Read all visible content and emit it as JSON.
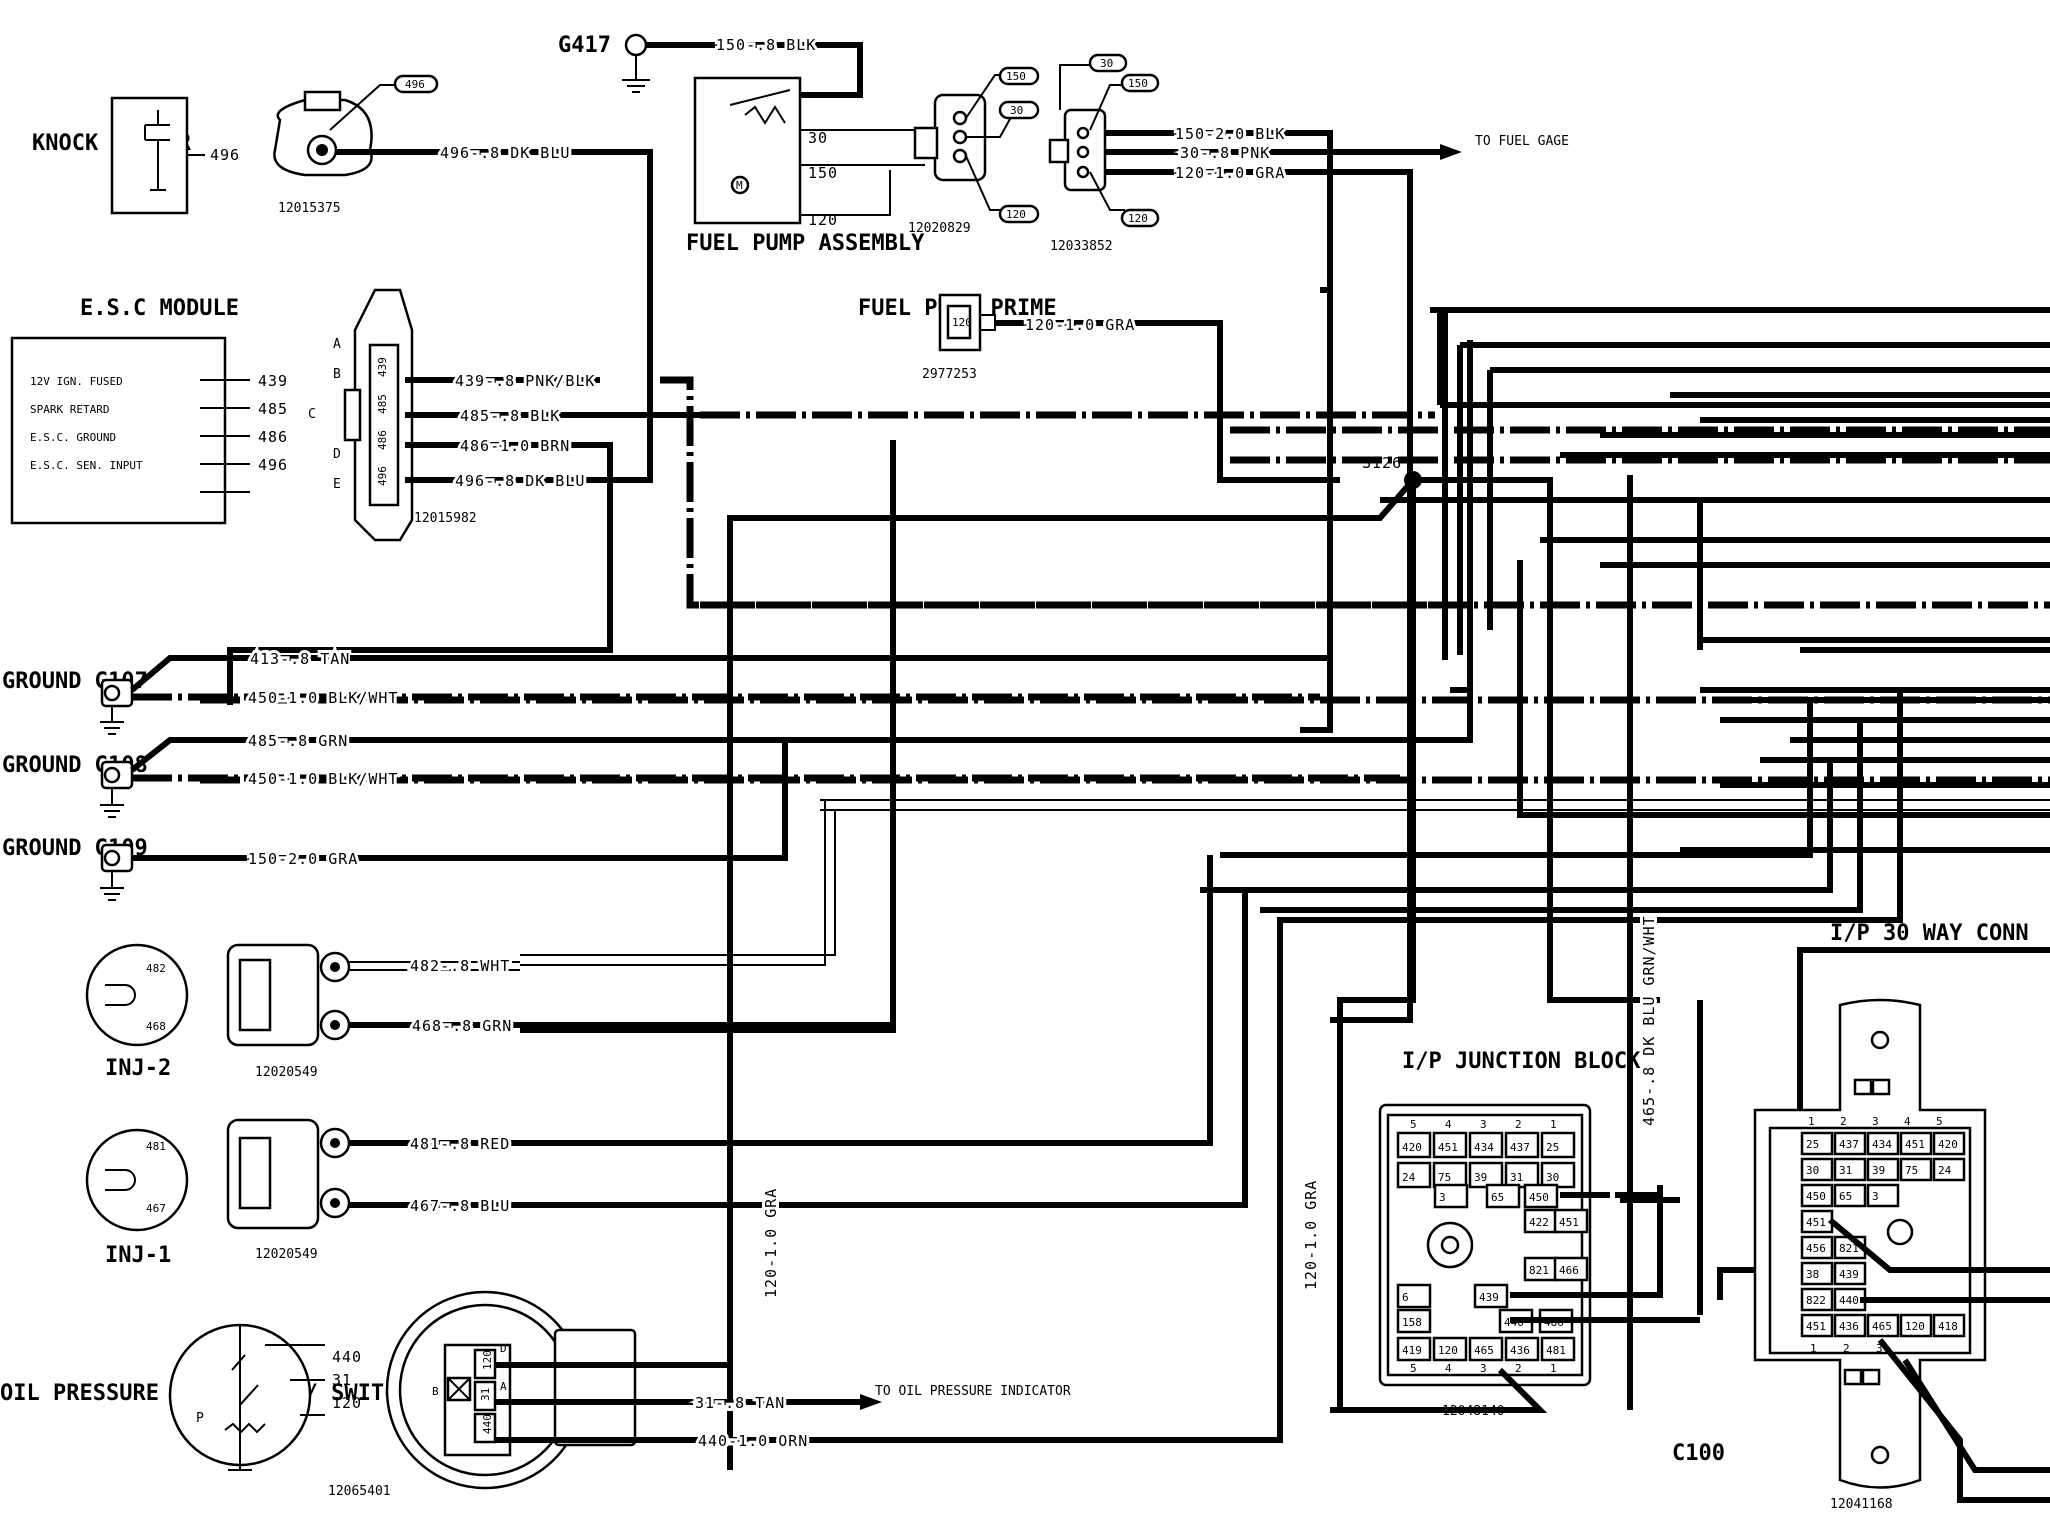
{
  "components": {
    "g417": "G417",
    "knock_sensor": {
      "title": "KNOCK SENSOR",
      "pin": "496"
    },
    "knock_conn": {
      "pin": "496",
      "part": "12015375"
    },
    "esc_module": {
      "title": "E.S.C MODULE",
      "rows": [
        {
          "label": "12V IGN. FUSED",
          "pin": "439"
        },
        {
          "label": "SPARK RETARD",
          "pin": "485"
        },
        {
          "label": "E.S.C. GROUND",
          "pin": "486"
        },
        {
          "label": "E.S.C. SEN. INPUT",
          "pin": "496"
        }
      ]
    },
    "esc_conn": {
      "part": "12015982",
      "letters": [
        "A",
        "B",
        "C",
        "D",
        "E"
      ],
      "pins": [
        "439",
        "485",
        "486",
        "496"
      ]
    },
    "fuel_pump": {
      "title": "FUEL PUMP ASSEMBLY",
      "pins": [
        "30",
        "150",
        "120"
      ],
      "motor": "M"
    },
    "conn_12020829": {
      "part": "12020829",
      "pins": [
        "150",
        "30",
        "120"
      ]
    },
    "conn_12033852": {
      "part": "12033852",
      "pins": [
        "30",
        "150",
        "120"
      ]
    },
    "fuel_prime": {
      "title": "FUEL PUMP PRIME",
      "pin": "120",
      "part": "2977253"
    },
    "s126": "S126",
    "to_fuel_gage": "TO FUEL GAGE",
    "ground_g107": "GROUND G107",
    "ground_g108": "GROUND G108",
    "ground_g109": "GROUND G109",
    "inj2": {
      "label": "INJ-2",
      "pins": [
        "482",
        "468"
      ],
      "part": "12020549"
    },
    "inj1": {
      "label": "INJ-1",
      "pins": [
        "481",
        "467"
      ],
      "part": "12020549"
    },
    "oil": {
      "title": "OIL PRESSURE TRANSDUCER/ SWITCH",
      "pins": [
        "440",
        "31",
        "120"
      ],
      "p": "P",
      "part": "12065401",
      "conn_pins": [
        "120",
        "31",
        "440"
      ],
      "letters": [
        "D",
        "A",
        "B"
      ]
    },
    "to_oil": "TO OIL PRESSURE INDICATOR",
    "junction": {
      "title": "I/P JUNCTION BLOCK",
      "part": "12048140",
      "top": [
        "5",
        "4",
        "3",
        "2",
        "1"
      ],
      "rows": [
        [
          "420",
          "451",
          "434",
          "437",
          "25"
        ],
        [
          "24",
          "75",
          "39",
          "31",
          "30"
        ]
      ],
      "mid": [
        "3",
        "65",
        "450",
        "422",
        "451",
        "821",
        "466",
        "6",
        "439",
        "158",
        "440",
        "486"
      ],
      "bottom": [
        "419",
        "120",
        "465",
        "436",
        "481"
      ],
      "bottom_nums": [
        "5",
        "4",
        "3",
        "2",
        "1"
      ]
    },
    "ip_conn": {
      "title": "I/P 30 WAY CONN",
      "part": "12041168",
      "top": [
        "1",
        "2",
        "3",
        "4",
        "5"
      ],
      "rows": [
        [
          "25",
          "437",
          "434",
          "451",
          "420"
        ],
        [
          "30",
          "31",
          "39",
          "75",
          "24"
        ],
        [
          "450",
          "65",
          "3"
        ],
        [
          "451"
        ],
        [
          "456",
          "821"
        ],
        [
          "38",
          "439"
        ],
        [
          "822",
          "440"
        ],
        [
          "451",
          "436",
          "465",
          "120",
          "418"
        ]
      ],
      "bottom_nums": [
        "1",
        "2",
        "3"
      ]
    },
    "c100": "C100"
  },
  "wires": {
    "w150_blk": "150-.8 BLK",
    "w150_20_blk": "150-2.0 BLK",
    "w30_pnk": "30-.8 PNK",
    "w120_gra": "120-1.0 GRA",
    "w496_blu": "496-.8 DK BLU",
    "w120_prime": "120-1.0 GRA",
    "w439": "439-.8 PNK/BLK",
    "w485": "485-.8 BLK",
    "w486": "486-1.0 BRN",
    "w496b": "496-.8 DK BLU",
    "w413": "413-.8 TAN",
    "w450a": "450-1.0 BLK/WHT",
    "w485g": "485-.8 GRN",
    "w450b": "450-1.0 BLK/WHT",
    "w150_gra": "150-2.0 GRA",
    "w482": "482-.8 WHT",
    "w468": "468-.8 GRN",
    "w481": "481-.8 RED",
    "w467": "467-.8 BLU",
    "w31": "31-.8 TAN",
    "w440": "440-1.0 ORN",
    "v120_a": "120-1.0 GRA",
    "v120_b": "120-1.0 GRA",
    "v465": "465-.8 DK BLU GRN/WHT"
  }
}
